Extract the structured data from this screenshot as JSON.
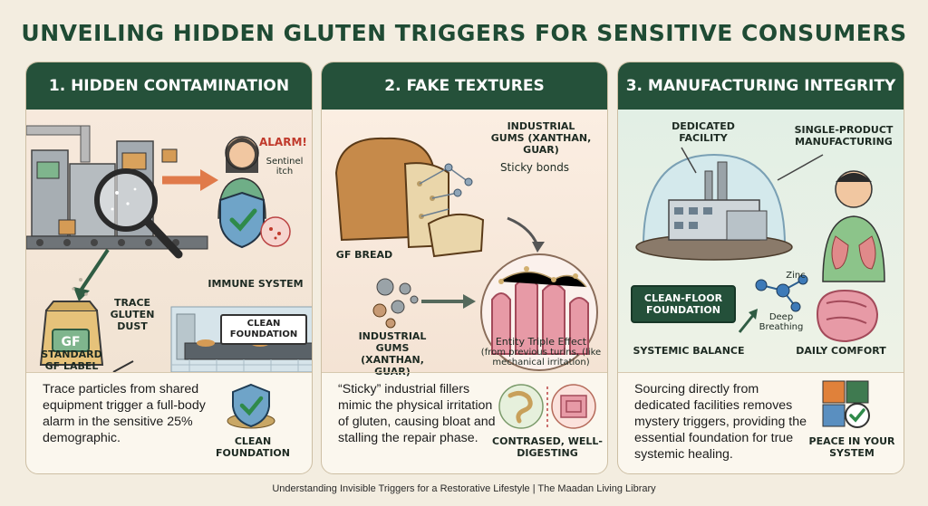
{
  "title": "UNVEILING HIDDEN GLUTEN TRIGGERS FOR SENSITIVE CONSUMERS",
  "panels": [
    {
      "heading": "1. HIDDEN CONTAMINATION",
      "labels": {
        "alarm": "ALARM!",
        "sentinel": "Sentinel itch",
        "immune": "IMMUNE SYSTEM",
        "trace": "TRACE GLUTEN DUST",
        "gf": "GF",
        "standard": "STANDARD GF LABEL",
        "clean_sign": "CLEAN FOUNDATION"
      },
      "body": "Trace particles from shared equipment trigger a full-body alarm in the sensitive 25% demographic.",
      "badge": "CLEAN FOUNDATION"
    },
    {
      "heading": "2. FAKE TEXTURES",
      "labels": {
        "gums_top": "INDUSTRIAL GUMS (XANTHAN, GUAR)",
        "sticky": "Sticky bonds",
        "bread": "GF BREAD",
        "gums_bottom": "INDUSTRIAL GUMS (XANTHAN, GUAR)",
        "entity": "Entity Triple Effect",
        "entity_sub": "(from previous turins, (like mechanical irritation)"
      },
      "body": "“Sticky” industrial fillers mimic the physical irritation of gluten, causing bloat and stalling the repair phase.",
      "badge": "CONTRASED, WELL-DIGESTING"
    },
    {
      "heading": "3. MANUFACTURING INTEGRITY",
      "labels": {
        "dedicated": "DEDICATED FACILITY",
        "single": "SINGLE-PRODUCT MANUFACTURING",
        "cleanfloor": "CLEAN-FLOOR FOUNDATION",
        "zinc": "Zinc",
        "deep": "Deep Breathing",
        "systemic": "SYSTEMIC BALANCE",
        "daily": "DAILY COMFORT"
      },
      "body": "Sourcing directly from dedicated facilities removes mystery triggers, providing the essential foundation for true systemic healing.",
      "badge": "PEACE IN YOUR SYSTEM"
    }
  ],
  "footer": "Understanding Invisible Triggers for a Restorative Lifestyle | The Maadan Living Library",
  "colors": {
    "header": "#25513a",
    "title": "#1f4b34",
    "background": "#f3ede0"
  }
}
